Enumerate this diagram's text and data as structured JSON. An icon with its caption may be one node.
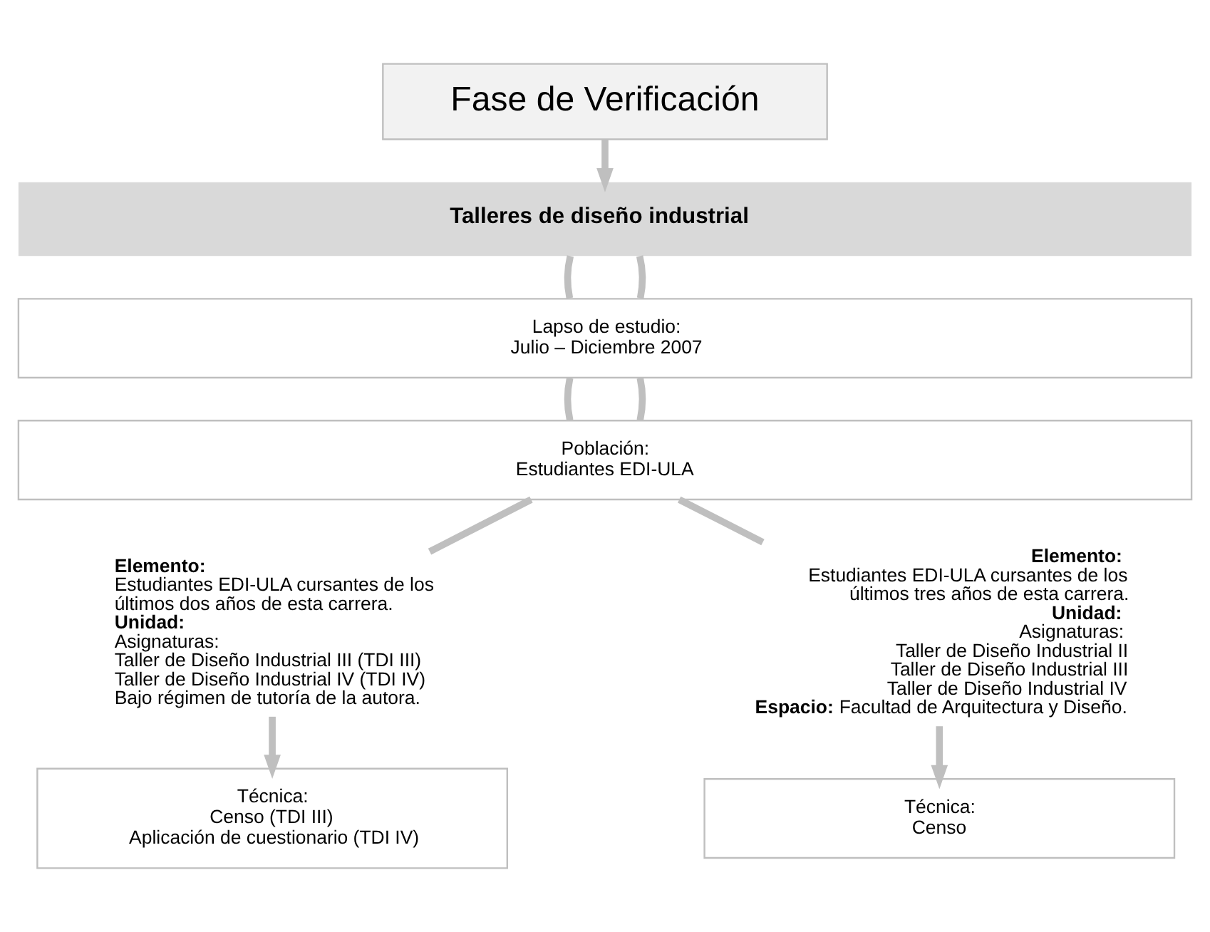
{
  "diagram": {
    "nodes": [
      {
        "text": [
          "Fase de Verificación"
        ]
      },
      {
        "text": [
          "Talleres de diseño industrial"
        ]
      },
      {
        "text": [
          "Lapso de estudio:",
          "Julio – Diciembre 2007"
        ]
      },
      {
        "text": [
          "Población:",
          "Estudiantes EDI-ULA"
        ]
      },
      {
        "text": [
          "Elemento:",
          "Estudiantes EDI-ULA cursantes de los últimos dos años de esta carrera.",
          "Unidad:",
          "Asignaturas:",
          "Taller de Diseño Industrial III (TDI III)",
          "Taller de Diseño Industrial IV (TDI IV)",
          "Bajo régimen de tutoría de la autora."
        ]
      },
      {
        "text": [
          "Elemento:",
          "Estudiantes EDI-ULA cursantes de los últimos tres años de esta carrera.",
          "Unidad:",
          "Asignaturas:",
          "Taller de Diseño Industrial II",
          "Taller de Diseño Industrial III",
          "Taller de Diseño Industrial IV",
          "**Espacio:** Facultad de Arquitectura y Diseño."
        ]
      },
      {
        "text": [
          "Técnica:",
          "Censo (TDI III)",
          "Aplicación de cuestionario (TDI IV)"
        ]
      },
      {
        "text": [
          "Técnica:",
          "Censo"
        ]
      }
    ],
    "edges": [
      {
        "from": 0,
        "to": 1,
        "arrow": "to"
      },
      {
        "from": 1,
        "to": 2,
        "arrow": "none"
      },
      {
        "from": 1,
        "to": 2,
        "arrow": "none"
      },
      {
        "from": 2,
        "to": 3,
        "arrow": "none"
      },
      {
        "from": 2,
        "to": 3,
        "arrow": "none"
      },
      {
        "from": 3,
        "to": 4,
        "arrow": "none"
      },
      {
        "from": 3,
        "to": 5,
        "arrow": "none"
      },
      {
        "from": 4,
        "to": 6,
        "arrow": "to"
      },
      {
        "from": 5,
        "to": 7,
        "arrow": "to"
      }
    ]
  }
}
